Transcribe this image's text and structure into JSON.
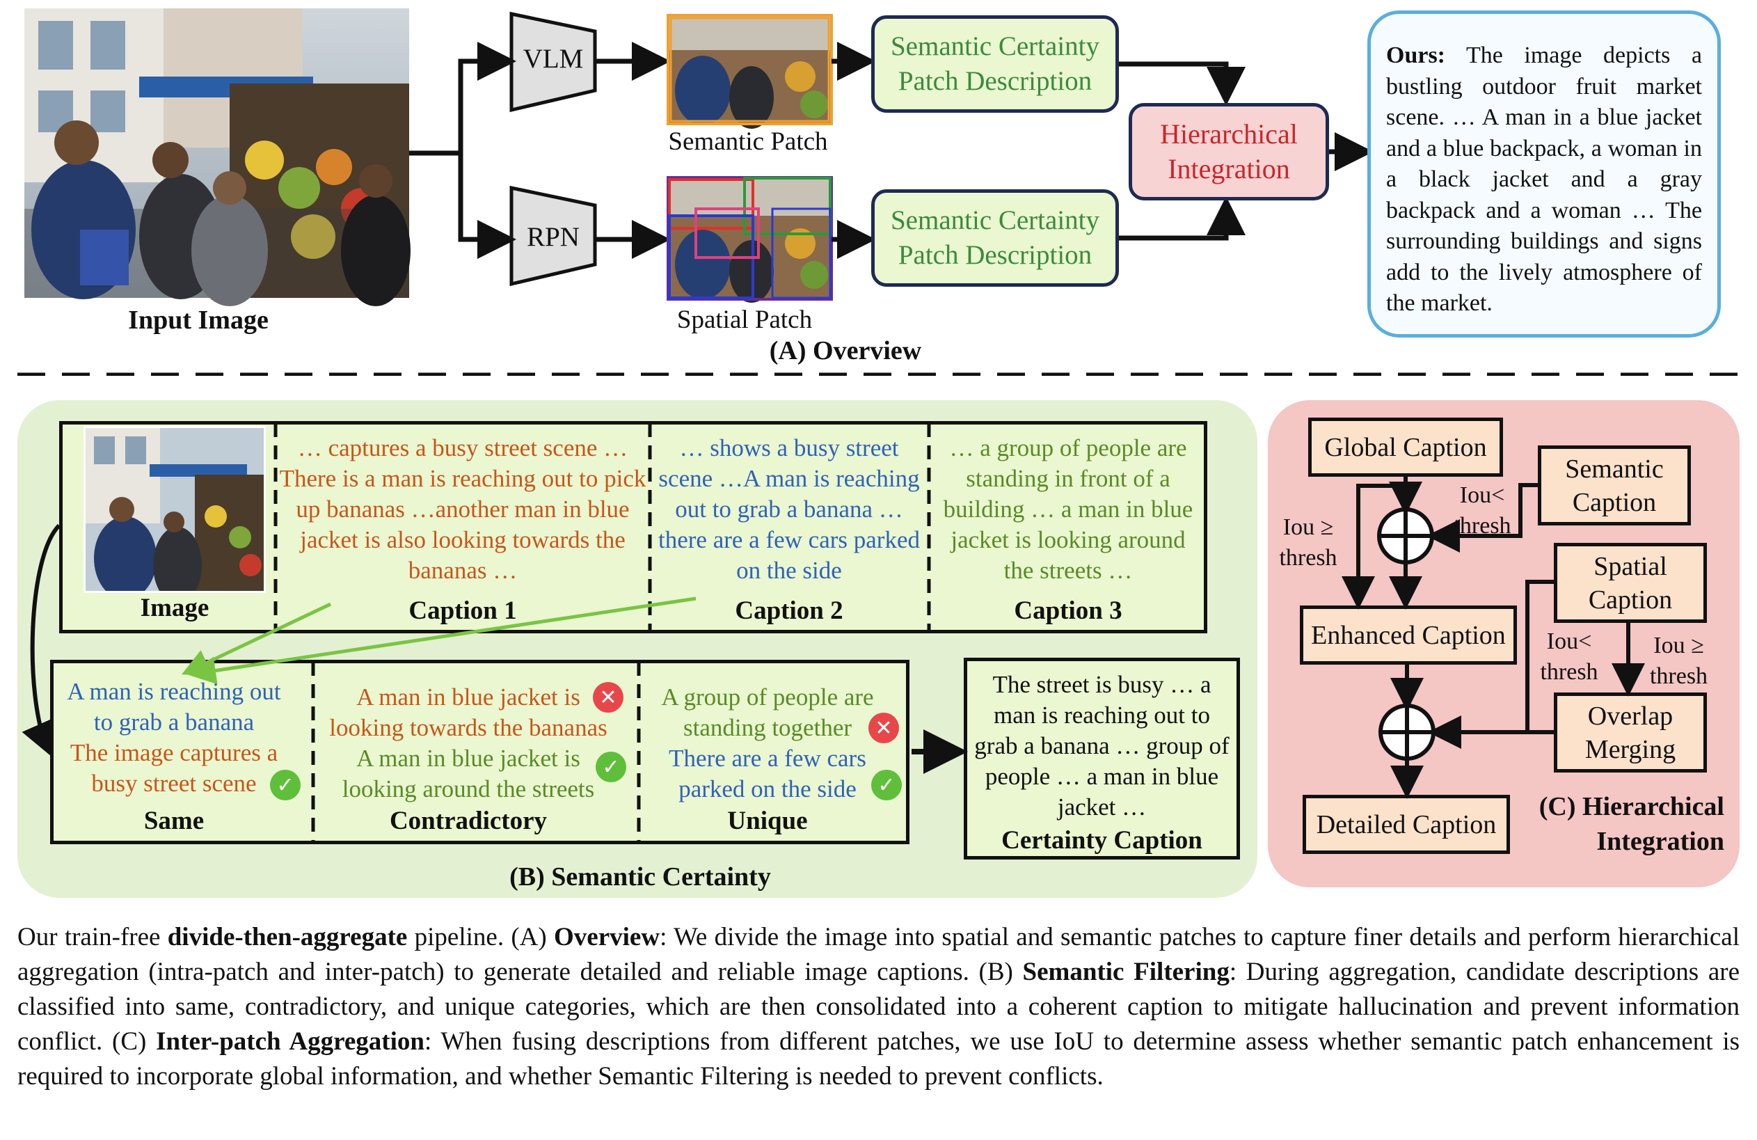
{
  "overview": {
    "input_image_label": "Input Image",
    "vlm_label": "VLM",
    "rpn_label": "RPN",
    "semantic_patch_label": "Semantic Patch",
    "spatial_patch_label": "Spatial Patch",
    "desc_top_l1": "Semantic Certainty",
    "desc_top_l2": "Patch Description",
    "desc_bot_l1": "Semantic Certainty",
    "desc_bot_l2": "Patch Description",
    "hier_l1": "Hierarchical",
    "hier_l2": "Integration",
    "ours_bold": "Ours:",
    "ours_text": " The image depicts a bustling outdoor fruit market scene. … A man in a blue jacket and a blue backpack, a woman in a black jacket and a gray backpack and a woman … The surrounding buildings and signs add to the lively atmosphere of the market.",
    "title": "(A) Overview"
  },
  "semantic": {
    "image_label": "Image",
    "caption1_label": "Caption 1",
    "caption2_label": "Caption 2",
    "caption3_label": "Caption 3",
    "caption1_a": "… captures a busy street scene …",
    "caption1_b": "There is a man is reaching out to pick up bananas …another man in blue jacket is also looking towards the bananas …",
    "caption2_a": "… shows a busy street scene …A man is reaching out to grab a banana … ",
    "caption2_b": "there are a few cars parked on the side",
    "caption3": "… a group of people are standing in front of a building … a man in blue jacket is looking around the streets …",
    "same_a": "A man is reaching out to grab a banana",
    "same_b": "The image captures a busy street scene",
    "same_label": "Same",
    "contra_a": "A man in blue jacket is looking towards the bananas",
    "contra_b": "A man in blue jacket is looking around the streets",
    "contra_label": "Contradictory",
    "unique_a": "A group of people  are standing together",
    "unique_b": "There are a few cars parked on the side",
    "unique_label": "Unique",
    "certainty_text": "The street is busy … a man is reaching out to grab a banana … group of people … a man in blue jacket …",
    "certainty_label": "Certainty Caption",
    "title": "(B) Semantic Certainty"
  },
  "hierarchical": {
    "global_caption": "Global Caption",
    "semantic_caption": "Semantic Caption",
    "spatial_caption": "Spatial Caption",
    "enhanced_caption": "Enhanced Caption",
    "overlap_merging": "Overlap Merging",
    "detailed_caption": "Detailed Caption",
    "iou_ge_1": "Iou ≥ thresh",
    "iou_lt_1": "Iou< thresh",
    "iou_lt_2": "Iou< thresh",
    "iou_ge_2": "Iou ≥ thresh",
    "title_l1": "(C) Hierarchical",
    "title_l2": "Integration"
  },
  "figure_caption": {
    "p1": "Our train-free ",
    "b1": "divide-then-aggregate",
    "p2": " pipeline. (A) ",
    "b2": "Overview",
    "p3": ": We divide the image into spatial and semantic patches to capture finer details and perform hierarchical aggregation (intra-patch and inter-patch) to generate detailed and reliable image captions. (B) ",
    "b3": "Semantic Filtering",
    "p4": ": During aggregation, candidate descriptions are classified into same, contradictory, and unique categories, which are then consolidated into a coherent caption to mitigate hallucination and prevent information conflict. (C) ",
    "b4": "Inter-patch Aggregation",
    "p5": ": When fusing descriptions from different patches, we use IoU to determine assess whether semantic patch enhancement is required to incorporate global information, and whether Semantic Filtering is needed to prevent conflicts."
  },
  "colors": {
    "orange_text": "#c7561a",
    "blue_text": "#2f62b8",
    "green_text": "#5a8a26",
    "panel_b_bg": "#e4f0d2",
    "panel_c_bg": "#f4c6c4",
    "hier_box": "#f8d3d3",
    "check": "#5fbf3a",
    "cross": "#e8474a"
  }
}
